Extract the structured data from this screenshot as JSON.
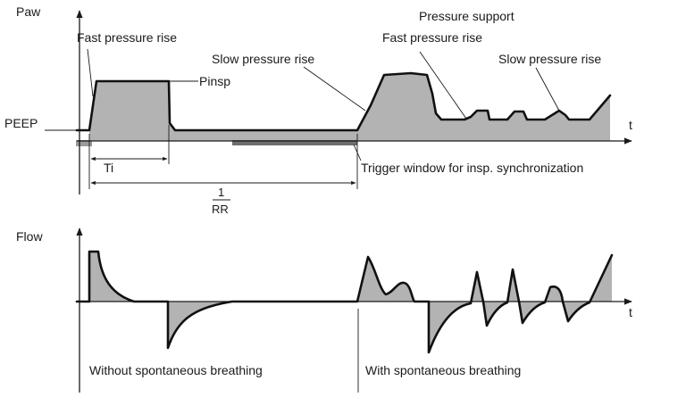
{
  "labels": {
    "paw": "Paw",
    "flow": "Flow",
    "t_top": "t",
    "t_bottom": "t",
    "peep": "PEEP",
    "pinsp": "Pinsp",
    "ti": "Ti",
    "fraction_numerator": "1",
    "fraction_denominator": "RR",
    "fast_rise_left": "Fast pressure rise",
    "slow_rise_mid": "Slow pressure rise",
    "pressure_support": "Pressure support",
    "fast_rise_right": "Fast pressure rise",
    "slow_rise_right": "Slow pressure rise",
    "trigger_window": "Trigger window for insp. synchronization",
    "without_spont": "Without spontaneous breathing",
    "with_spont": "With spontaneous breathing"
  },
  "colors": {
    "line": "#111111",
    "area": "#b3b3b3",
    "trigger_window": "#6e6e6e",
    "peep_marker": "#9a9a9a"
  }
}
